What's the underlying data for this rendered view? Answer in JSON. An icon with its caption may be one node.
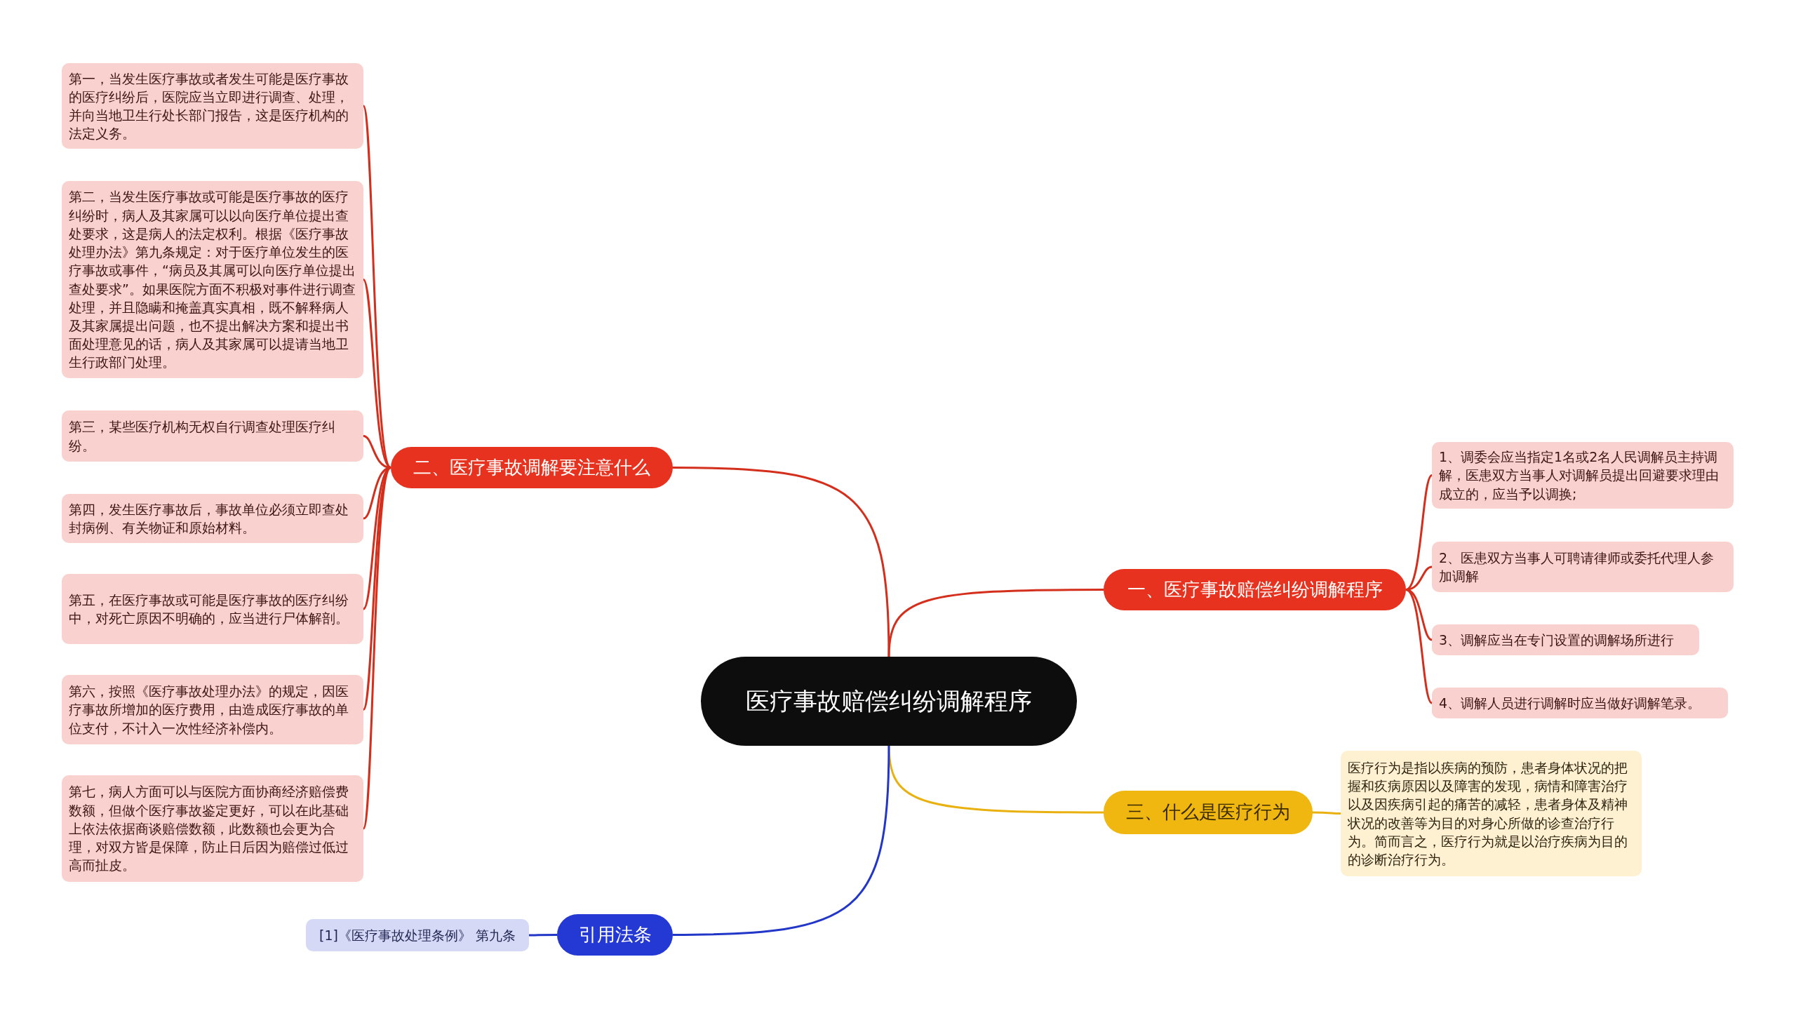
{
  "diagram": {
    "nodes": [
      {
        "text": [
          "医疗事故赔偿纠纷调解程序"
        ]
      },
      {
        "text": [
          "一、医疗事故赔偿纠纷调解程序"
        ]
      },
      {
        "text": [
          "1、调委会应当指定1名或2名人民调解员主持调解，医患双方当事人对调解员提出回避要求理由成立的，应当予以调换;"
        ]
      },
      {
        "text": [
          "2、医患双方当事人可聘请律师或委托代理人参加调解"
        ]
      },
      {
        "text": [
          "3、调解应当在专门设置的调解场所进行"
        ]
      },
      {
        "text": [
          "4、调解人员进行调解时应当做好调解笔录。"
        ]
      },
      {
        "text": [
          "二、医疗事故调解要注意什么"
        ]
      },
      {
        "text": [
          "第一，当发生医疗事故或者发生可能是医疗事故的医疗纠纷后，医院应当立即进行调查、处理，并向当地卫生行处长部门报告，这是医疗机构的法定义务。"
        ]
      },
      {
        "text": [
          "第二，当发生医疗事故或可能是医疗事故的医疗纠纷时，病人及其家属可以以向医疗单位提出查处要求，这是病人的法定权利。根据《医疗事故处理办法》第九条规定：对于医疗单位发生的医疗事故或事件，“病员及其属可以向医疗单位提出查处要求”。如果医院方面不积极对事件进行调查处理，并且隐瞒和掩盖真实真相，既不解释病人及其家属提出问题，也不提出解决方案和提出书面处理意见的话，病人及其家属可以提请当地卫生行政部门处理。"
        ]
      },
      {
        "text": [
          "第三，某些医疗机构无权自行调查处理医疗纠纷。"
        ]
      },
      {
        "text": [
          "第四，发生医疗事故后，事故单位必须立即查处封病例、有关物证和原始材料。"
        ]
      },
      {
        "text": [
          "第五，在医疗事故或可能是医疗事故的医疗纠纷中，对死亡原因不明确的，应当进行尸体解剖。"
        ]
      },
      {
        "text": [
          "第六，按照《医疗事故处理办法》的规定，因医疗事故所增加的医疗费用，由造成医疗事故的单位支付，不计入一次性经济补偿内。"
        ]
      },
      {
        "text": [
          "第七，病人方面可以与医院方面协商经济赔偿费数额，但做个医疗事故鉴定更好，可以在此基础上依法依据商谈赔偿数额，此数额也会更为合理，对双方皆是保障，防止日后因为赔偿过低过高而扯皮。"
        ]
      },
      {
        "text": [
          "三、什么是医疗行为"
        ]
      },
      {
        "text": [
          "医疗行为是指以疾病的预防，患者身体状况的把握和疚病原因以及障害的发现，病情和障害治疗以及因疾病引起的痛苦的减轻，患者身体及精神状况的改善等为目的对身心所做的诊查治疗行为。简而言之，医疗行为就是以治疗疾病为目的的诊断治疗行为。"
        ]
      },
      {
        "text": [
          "引用法条"
        ]
      },
      {
        "text": [
          "[1]《医疗事故处理条例》 第九条"
        ]
      }
    ],
    "edges": [
      {
        "from": 0,
        "to": 1,
        "arrow": "none"
      },
      {
        "from": 1,
        "to": 2,
        "arrow": "none"
      },
      {
        "from": 1,
        "to": 3,
        "arrow": "none"
      },
      {
        "from": 1,
        "to": 4,
        "arrow": "none"
      },
      {
        "from": 1,
        "to": 5,
        "arrow": "none"
      },
      {
        "from": 0,
        "to": 6,
        "arrow": "none"
      },
      {
        "from": 6,
        "to": 7,
        "arrow": "none"
      },
      {
        "from": 6,
        "to": 8,
        "arrow": "none"
      },
      {
        "from": 6,
        "to": 9,
        "arrow": "none"
      },
      {
        "from": 6,
        "to": 10,
        "arrow": "none"
      },
      {
        "from": 6,
        "to": 11,
        "arrow": "none"
      },
      {
        "from": 6,
        "to": 12,
        "arrow": "none"
      },
      {
        "from": 6,
        "to": 13,
        "arrow": "none"
      },
      {
        "from": 0,
        "to": 14,
        "arrow": "none",
        "color": "#e9b10f"
      },
      {
        "from": 14,
        "to": 15,
        "arrow": "none",
        "color": "#e9b10f"
      },
      {
        "from": 0,
        "to": 16,
        "arrow": "none",
        "color": "#2236c8"
      },
      {
        "from": 16,
        "to": 17,
        "arrow": "none",
        "color": "#2236c8"
      }
    ]
  }
}
